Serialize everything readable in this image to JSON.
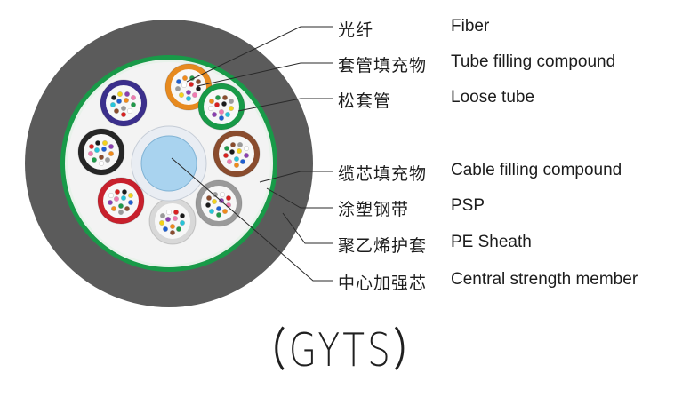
{
  "model_code": "（GYTS）",
  "labels": [
    {
      "zh": "光纤",
      "en": "Fiber"
    },
    {
      "zh": "套管填充物",
      "en": "Tube filling compound"
    },
    {
      "zh": "松套管",
      "en": "Loose tube"
    },
    {
      "zh": "缆芯填充物",
      "en": "Cable filling compound"
    },
    {
      "zh": "涂塑钢带",
      "en": "PSP"
    },
    {
      "zh": "聚乙烯护套",
      "en": "PE Sheath"
    },
    {
      "zh": "中心加强芯",
      "en": "Central strength member"
    }
  ],
  "colors": {
    "sheath": "#5b5b5b",
    "psp": "#189a48",
    "filler": "#f3f3f3",
    "center_ring": "#e9edf3",
    "center_core": "#a9d3ef",
    "leader_line": "#2a2a2a"
  },
  "loose_tubes": [
    {
      "color": "#e78a1f"
    },
    {
      "color": "#189a48"
    },
    {
      "color": "#8a4c2e"
    },
    {
      "color": "#9a9a9a"
    },
    {
      "color": "#d8d8d8"
    },
    {
      "color": "#c8202c"
    },
    {
      "color": "#262626"
    },
    {
      "color": "#3b2f8c"
    }
  ],
  "fiber_colors": [
    "#1f5fd1",
    "#f08a1a",
    "#1f9a4a",
    "#8a4c2e",
    "#9a9a9a",
    "#ffffff",
    "#d82020",
    "#1a1a1a",
    "#f2d21a",
    "#8a3fb0",
    "#f07ab0",
    "#27c4d9"
  ]
}
